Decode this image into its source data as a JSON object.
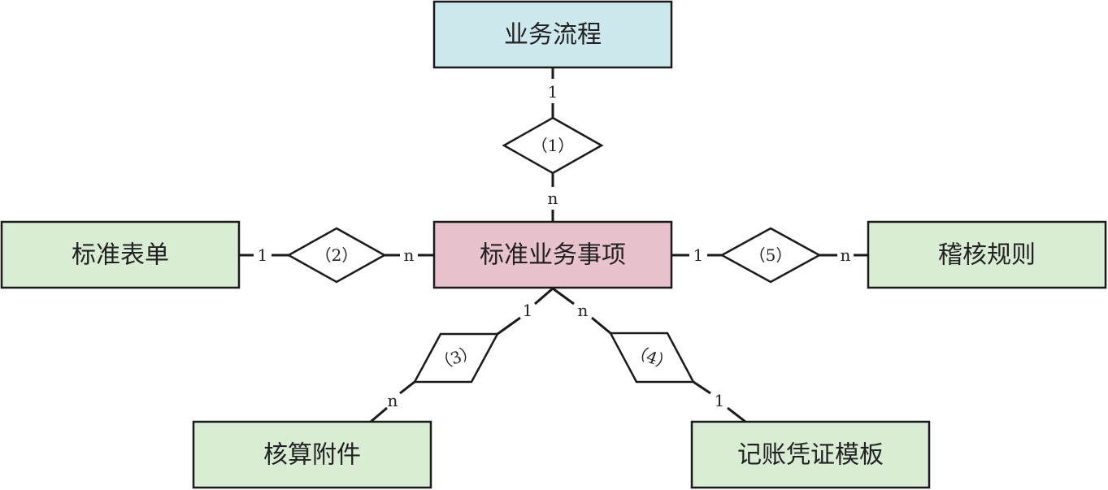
{
  "colors": {
    "entity_default_fill": "#d9ecd4",
    "entity_process_fill": "#cde9ee",
    "entity_center_fill": "#e8c2cc",
    "line": "#1a1a1a"
  },
  "entities": {
    "process": {
      "label": "业务流程"
    },
    "standard_form": {
      "label": "标准表单"
    },
    "standard_item": {
      "label": "标准业务事项"
    },
    "audit_rules": {
      "label": "稽核规则"
    },
    "attachments": {
      "label": "核算附件"
    },
    "voucher_template": {
      "label": "记账凭证模板"
    }
  },
  "relationships": {
    "r1": {
      "label": "（1）"
    },
    "r2": {
      "label": "（2）"
    },
    "r3": {
      "label": "（3）"
    },
    "r4": {
      "label": "（4）"
    },
    "r5": {
      "label": "（5）"
    }
  },
  "cardinalities": {
    "r1_process": "1",
    "r1_item": "n",
    "r2_form": "1",
    "r2_item": "n",
    "r5_item": "1",
    "r5_rules": "n",
    "r3_item": "1",
    "r3_attachments": "n",
    "r4_item": "n",
    "r4_voucher": "1"
  }
}
